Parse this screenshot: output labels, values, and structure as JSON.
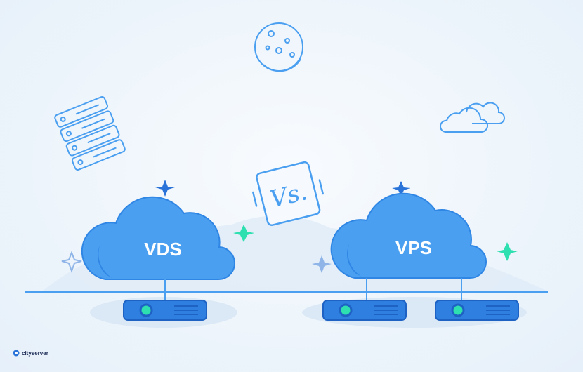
{
  "clouds": {
    "left_label": "VDS",
    "right_label": "VPS"
  },
  "versus_label": "Vs.",
  "brand": {
    "name": "cityserver"
  },
  "colors": {
    "cloud_fill": "#4a9ff0",
    "cloud_shadow": "#2f86e4",
    "line": "#4a9ff0",
    "server_fill": "#2f7fe0",
    "server_dark": "#1e63c4",
    "sparkle_green": "#2ee0b0",
    "sparkle_blue": "#2a73d9",
    "sparkle_light": "#8fb5e8"
  }
}
